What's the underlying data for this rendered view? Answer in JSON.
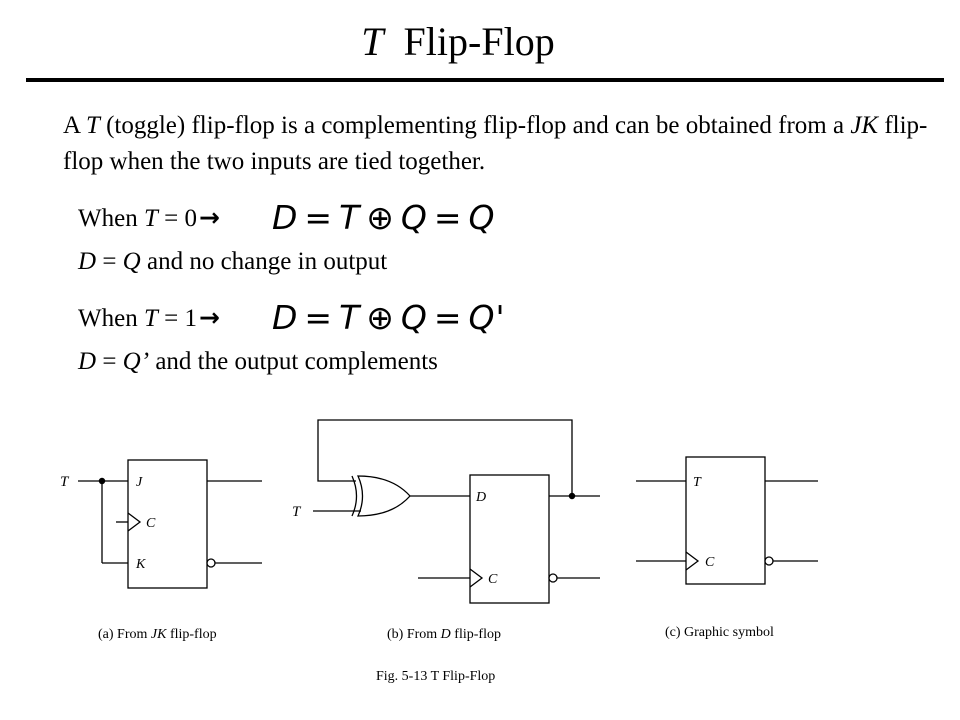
{
  "title": {
    "var": "T",
    "text": "Flip-Flop"
  },
  "intro": {
    "p1": "A ",
    "t_var": "T",
    "p2": " (toggle) flip-flop is a complementing flip-flop and can be obtained from a ",
    "jk_var": "JK",
    "p3": " flip-flop when the two inputs are tied together."
  },
  "case0": {
    "when": "When ",
    "var": "T",
    "cond": " = 0",
    "arrow": "→",
    "eq_d": "D",
    "eq_eq1": "=",
    "eq_t": "T",
    "eq_xor": "⊕",
    "eq_q": "Q",
    "eq_eq2": "=",
    "eq_result": "Q",
    "line2_d": "D",
    "line2_eq": " = ",
    "line2_q": "Q",
    "line2_text": " and no change in output"
  },
  "case1": {
    "when": "When ",
    "var": "T",
    "cond": " = 1",
    "arrow": "→",
    "eq_d": "D",
    "eq_eq1": "=",
    "eq_t": "T",
    "eq_xor": "⊕",
    "eq_q": "Q",
    "eq_eq2": "=",
    "eq_result": "Q'",
    "line2_d": "D",
    "line2_eq": " = ",
    "line2_q": "Q’",
    "line2_text": " and the output complements"
  },
  "diagram": {
    "a": {
      "input_t": "T",
      "pin_j": "J",
      "pin_c": "C",
      "pin_k": "K",
      "caption_pre": "(a) From ",
      "caption_var": "JK",
      "caption_post": " flip-flop"
    },
    "b": {
      "input_t": "T",
      "pin_d": "D",
      "pin_c": "C",
      "caption_pre": "(b) From ",
      "caption_var": "D",
      "caption_post": " flip-flop"
    },
    "c": {
      "pin_t": "T",
      "pin_c": "C",
      "caption": "(c) Graphic symbol"
    },
    "figure_caption": "Fig. 5-13  T Flip-Flop"
  }
}
